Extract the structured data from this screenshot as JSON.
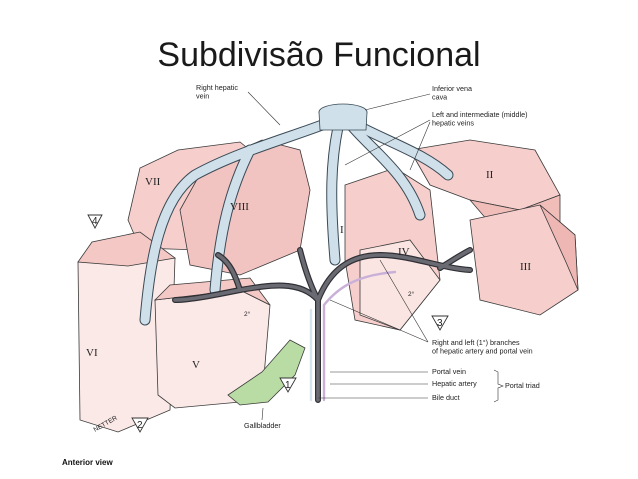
{
  "slide": {
    "title": "Subdivisão Funcional"
  },
  "labels": {
    "right_hepatic_vein": [
      "Right hepatic",
      "vein"
    ],
    "inferior_vena_cava": [
      "Inferior vena",
      "cava"
    ],
    "left_intermediate_veins": [
      "Left and intermediate (middle)",
      "hepatic veins"
    ],
    "branches": [
      "Right and left (1°) branches",
      "of hepatic artery and portal vein"
    ],
    "portal_vein": "Portal vein",
    "hepatic_artery": "Hepatic artery",
    "bile_duct": "Bile duct",
    "portal_triad": "Portal triad",
    "gallbladder": "Gallbladder"
  },
  "segments": {
    "ii": "II",
    "iii": "III",
    "iv": "IV",
    "v": "V",
    "vi": "VI",
    "vii": "VII",
    "viii": "VIII",
    "i": "I"
  },
  "markers": {
    "tri_4": "4",
    "tri_3": "3",
    "tri_2": "2",
    "tri_1": "1",
    "second_order_a": "2°",
    "second_order_b": "2°"
  },
  "caption": "Anterior view",
  "signature": "NETTER",
  "colors": {
    "liver": "#f6cfcd",
    "liver_shade": "#eeb7b3",
    "vein": "#cfe0ea",
    "vein_outline": "#3a4a56",
    "portal": "#5a5a62",
    "artery": "#c9b0d8",
    "gallbladder": "#b9dca4"
  }
}
